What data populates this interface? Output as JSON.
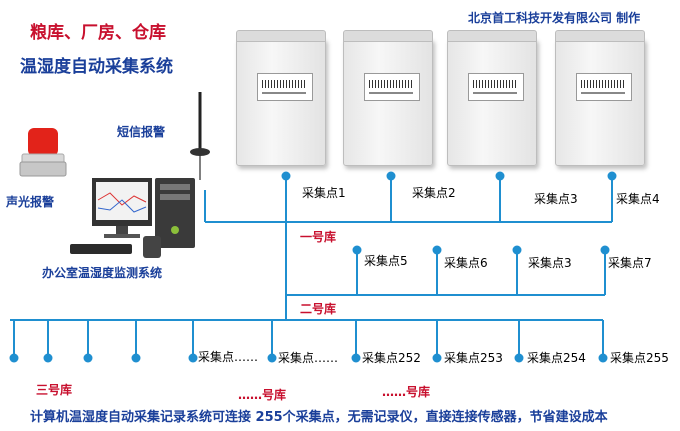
{
  "title": {
    "line1": "粮库、厂房、仓库",
    "line2": "温湿度自动采集系统"
  },
  "company": "北京首工科技开发有限公司 制作",
  "devices": {
    "sms_alarm": "短信报警",
    "sound_light_alarm": "声光报警",
    "office_system": "办公室温湿度监测系统"
  },
  "warehouse1": {
    "label": "一号库",
    "points": [
      "采集点1",
      "采集点2",
      "采集点3",
      "采集点4"
    ]
  },
  "warehouse2": {
    "label": "二号库",
    "points": [
      "采集点5",
      "采集点6",
      "采集点3",
      "采集点7"
    ]
  },
  "warehouse3": {
    "label": "三号库",
    "points": [
      "采集点……",
      "采集点……",
      "采集点252",
      "采集点253",
      "采集点254",
      "采集点255"
    ],
    "more_a": "……号库",
    "more_b": "……号库"
  },
  "footer": "计算机温湿度自动采集记录系统可连接 255个采集点，无需记录仪，直接连接传感器，节省建设成本",
  "colors": {
    "line": "#1f8fd0",
    "node": "#1f8fd0",
    "title_red": "#c8102e",
    "title_blue": "#1a3f9a"
  }
}
